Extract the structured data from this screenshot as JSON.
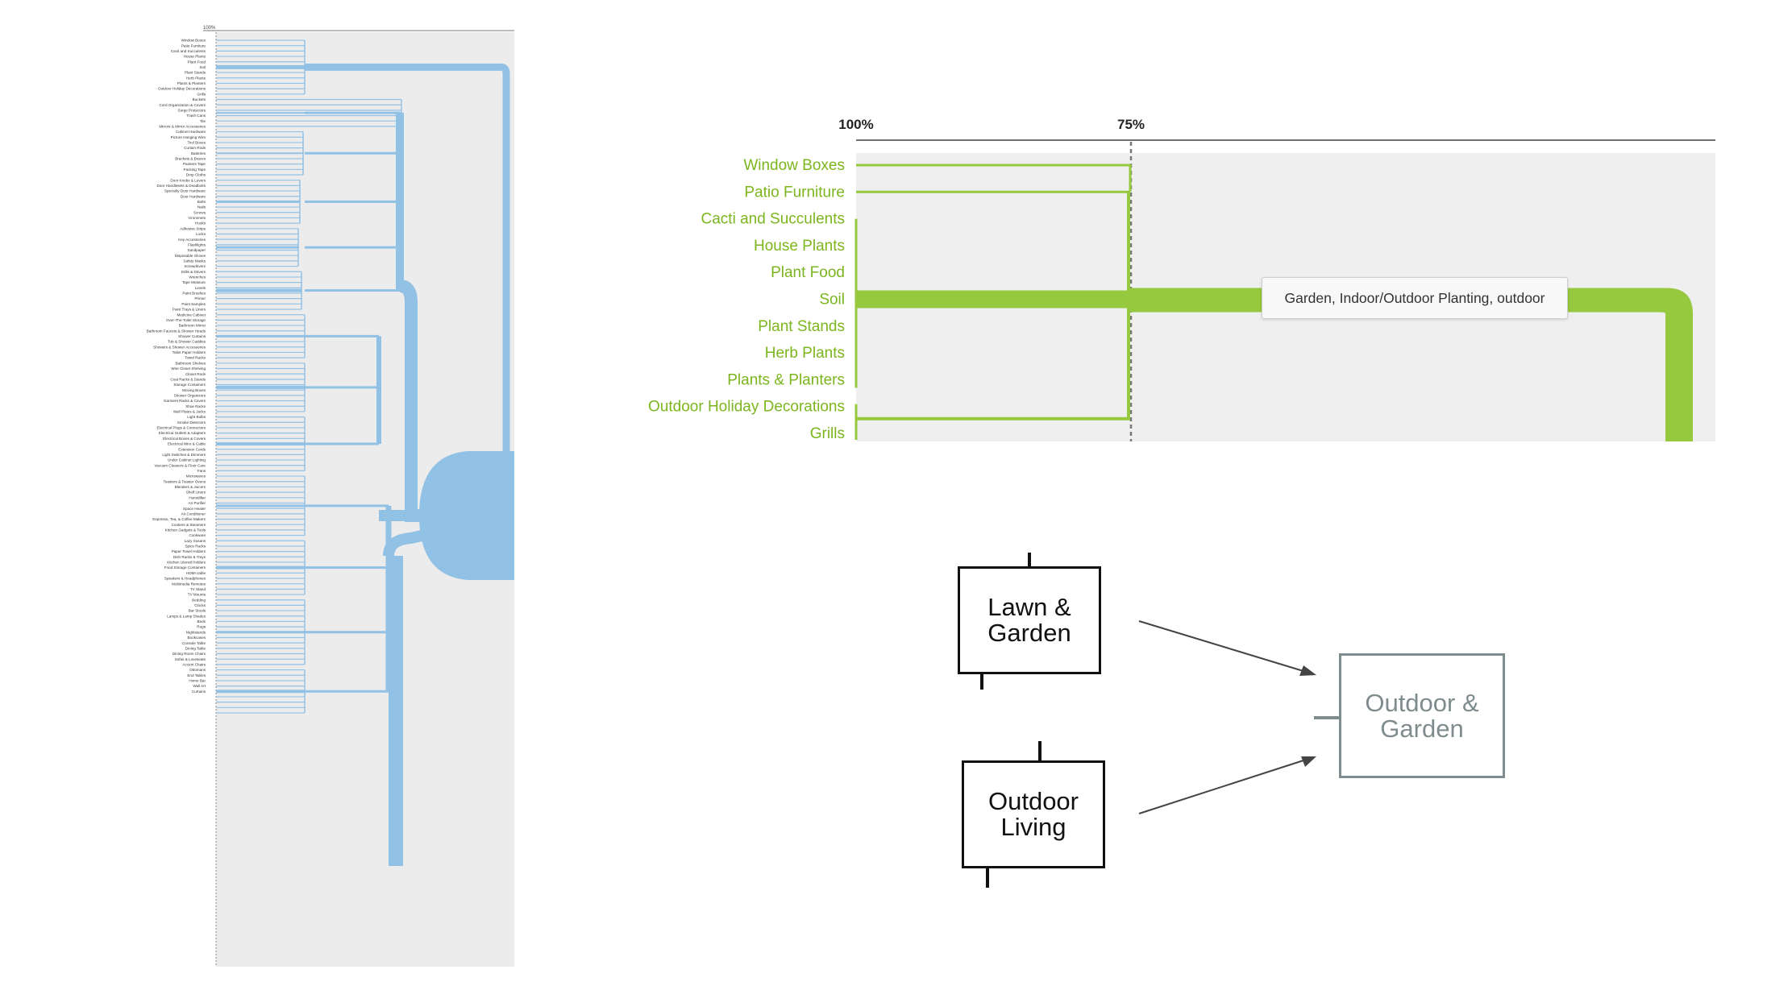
{
  "colors": {
    "overview_link": "#92c1e6",
    "overview_bg": "#ececec",
    "zoom_link": "#96c93d",
    "zoom_label": "#7cb51e",
    "zoom_bg": "#efefef",
    "threshold_line": "#777777",
    "old_node": "#111111",
    "new_node": "#7f8c8d"
  },
  "overview": {
    "top_label": "100%",
    "leaves": [
      "Window Boxes",
      "Patio Furniture",
      "Cacti and Succulents",
      "House Plants",
      "Plant Food",
      "Soil",
      "Plant Stands",
      "Herb Plants",
      "Plants & Planters",
      "Outdoor Holiday Decorations",
      "Grills",
      "Buckets",
      "Cord Organization & Covers",
      "Surge Protectors",
      "Trash Cans",
      "Tile",
      "Mirrors & Mirror Accessories",
      "Cabinet Hardware",
      "Picture Hanging Wire",
      "Tool Boxes",
      "Curtain Rods",
      "Batteries",
      "Brackets & Braces",
      "Painters Tape",
      "Packing Tape",
      "Drop Cloths",
      "Door Knobs & Levers",
      "Door Handlesets & Deadbolts",
      "Specialty Door Hardware",
      "Door Hardware",
      "Bolts",
      "Nails",
      "Screws",
      "Grommets",
      "Hooks",
      "Adhesive Strips",
      "Locks",
      "Key Accessories",
      "Flashlights",
      "Sandpaper",
      "Disposable Gloves",
      "Safety Masks",
      "Screwdrivers",
      "Drills & Drivers",
      "Wrenches",
      "Tape Measure",
      "Levels",
      "Paint Brushes",
      "Primer",
      "Paint Samples",
      "Paint Trays & Liners",
      "Medicine Cabinet",
      "Over-The-Toilet Storage",
      "Bathroom Mirror",
      "Bathroom Faucets & Shower Heads",
      "Shower Curtains",
      "Tub & Shower Caddies",
      "Showers & Shower Accessories",
      "Toilet Paper Holders",
      "Towel Racks",
      "Bathroom Shelves",
      "Wire Closet Shelving",
      "Closet Rods",
      "Coat Racks & Stands",
      "Storage Containers",
      "Moving Boxes",
      "Shower Organizers",
      "Garment Racks & Covers",
      "Shoe Racks",
      "Wall Plates & Jacks",
      "Light Bulbs",
      "Smoke Detectors",
      "Electrical Plugs & Connectors",
      "Electrical Outlets & Adapters",
      "Electrical Boxes & Covers",
      "Electrical Wire & Cable",
      "Extension Cords",
      "Light Switches & Dimmers",
      "Under Cabinet Lighting",
      "Vacuum Cleaners & Floor Care",
      "Fans",
      "Microwaves",
      "Toasters & Toaster Ovens",
      "Blenders & Juicers",
      "Shelf Liners",
      "Humidifier",
      "Air Purifier",
      "Space Heater",
      "Air Conditioner",
      "Espresso, Tea, & Coffee Makers",
      "Cookers & Steamers",
      "Kitchen Gadgets & Tools",
      "Cookware",
      "Lazy Susans",
      "Spice Racks",
      "Paper Towel Holders",
      "Dish Racks & Trays",
      "Kitchen Utensil Holders",
      "Food Storage Containers",
      "HDMI cable",
      "Speakers & Headphones",
      "Multimedia Remotes",
      "TV Stand",
      "TV Mounts",
      "Bedding",
      "Clocks",
      "Bar Stools",
      "Lamps & Lamp Shades",
      "Beds",
      "Rugs",
      "Nightstands",
      "Bookcases",
      "Console Table",
      "Dining Table",
      "Dining Room Chairs",
      "Sofas & Loveseats",
      "Accent Chairs",
      "Ottomans",
      "End Tables",
      "Home Bar",
      "Wall Art",
      "Curtains"
    ]
  },
  "zoom": {
    "axis_labels": [
      "100%",
      "75%"
    ],
    "leaves": [
      "Window Boxes",
      "Patio Furniture",
      "Cacti and Succulents",
      "House Plants",
      "Plant Food",
      "Soil",
      "Plant Stands",
      "Herb Plants",
      "Plants & Planters",
      "Outdoor Holiday Decorations",
      "Grills"
    ],
    "tooltip": "Garden, Indoor/Outdoor Planting, outdoor"
  },
  "merge": {
    "sources": [
      {
        "line1": "Lawn &",
        "line2": "Garden"
      },
      {
        "line1": "Outdoor",
        "line2": "Living"
      }
    ],
    "target": {
      "line1": "Outdoor &",
      "line2": "Garden"
    }
  }
}
